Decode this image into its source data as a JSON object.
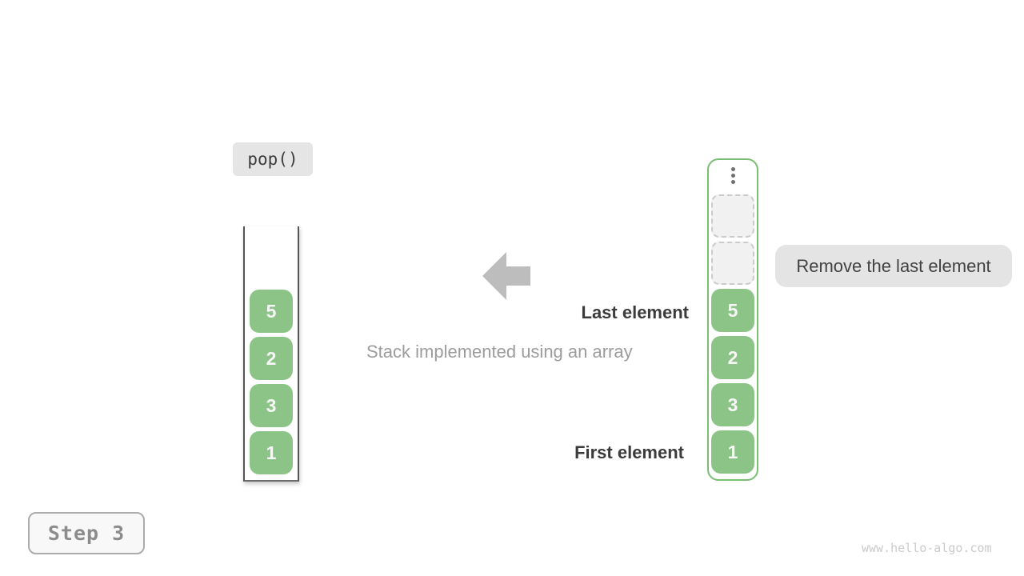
{
  "operation_label": "pop()",
  "step_badge": "Step 3",
  "caption": "Stack implemented using an array",
  "annotations": {
    "last_element": "Last element",
    "first_element": "First element",
    "remove_note": "Remove the last element"
  },
  "stack_view": {
    "items": [
      "5",
      "2",
      "3",
      "1"
    ]
  },
  "array_view": {
    "top_icon": "vertical-ellipsis",
    "empty_slots": 2,
    "items": [
      "5",
      "2",
      "3",
      "1"
    ]
  },
  "icons": {
    "direction_arrow": "left-arrow"
  },
  "watermark": "www.hello-algo.com",
  "colors": {
    "cell_green": "#8CC387",
    "array_border_green": "#7CBD74",
    "label_bg": "#E4E4E4",
    "arrow_gray": "#BDBDBD",
    "caption_gray": "#9C9C9C",
    "dark_text": "#3B3B3B",
    "step_text": "#8C8C8C",
    "watermark_gray": "#CBCBCB"
  }
}
